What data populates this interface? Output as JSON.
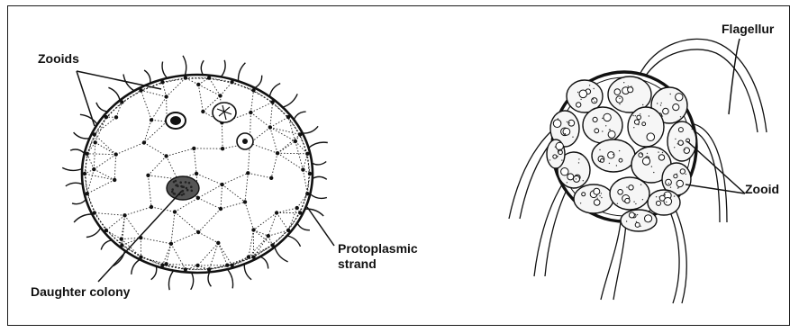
{
  "figure": {
    "left_panel": {
      "labels": {
        "zooids": "Zooids",
        "daughter_colony": "Daughter colony",
        "protoplasmic_strand_line1": "Protoplasmic",
        "protoplasmic_strand_line2": "strand"
      }
    },
    "right_panel": {
      "labels": {
        "flagellum": "Flagellur",
        "zooids": "Zooid"
      }
    }
  }
}
